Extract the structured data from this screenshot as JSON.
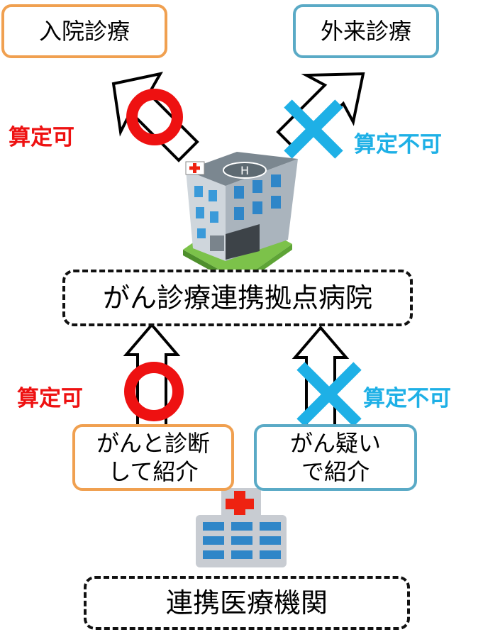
{
  "colors": {
    "ok": "#ee1111",
    "ng": "#1eb0e6",
    "box_orange": "#f0a050",
    "box_blue": "#5aaac6"
  },
  "top": {
    "inpatient": "入院診療",
    "outpatient": "外来診療",
    "label_ok": "算定可",
    "label_ng": "算定不可"
  },
  "center": {
    "hospital": "がん診療連携拠点病院",
    "hospital_icon": "hospital-building-icon"
  },
  "referral": {
    "diagnosed": "がんと診断\nして紹介",
    "suspected": "がん疑い\nで紹介",
    "label_ok": "算定可",
    "label_ng": "算定不可"
  },
  "bottom": {
    "clinic": "連携医療機関",
    "clinic_icon": "clinic-icon"
  }
}
